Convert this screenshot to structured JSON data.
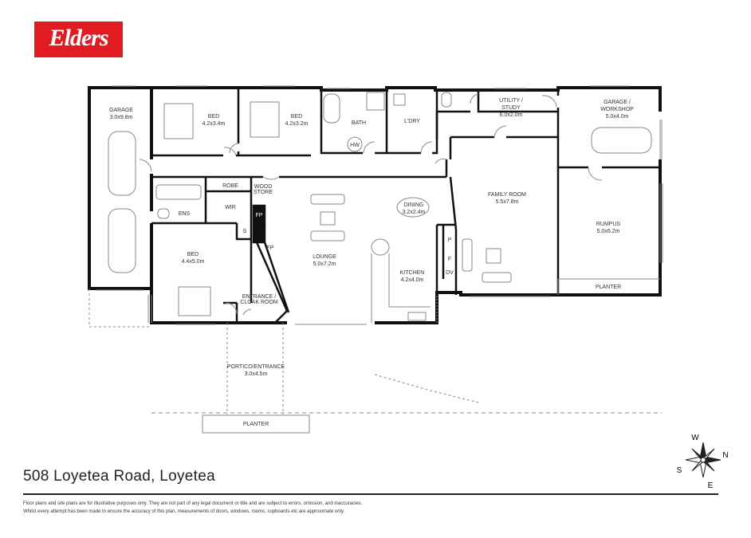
{
  "brand": {
    "logo_text": "Elders",
    "logo_color": "#e11b22"
  },
  "rooms": {
    "garage": {
      "name": "GARAGE",
      "size": "3.0x9.8m"
    },
    "bed1": {
      "name": "BED",
      "size": "4.2x3.4m"
    },
    "bed2": {
      "name": "BED",
      "size": "4.2x3.2m"
    },
    "bath": {
      "name": "BATH"
    },
    "hw": {
      "name": "HW"
    },
    "laundry": {
      "name": "L'DRY"
    },
    "utility": {
      "name1": "UTILITY /",
      "name2": "STUDY",
      "size": "6.0x2.0m"
    },
    "workshop": {
      "name1": "GARAGE /",
      "name2": "WORKSHOP",
      "size": "5.0x4.0m"
    },
    "robe": {
      "name": "ROBE"
    },
    "wood_store": {
      "name1": "WOOD",
      "name2": "STORE"
    },
    "ens": {
      "name": "ENS"
    },
    "wir": {
      "name": "WIR"
    },
    "bed3": {
      "name": "BED",
      "size": "4.4x5.0m"
    },
    "lounge": {
      "name": "LOUNGE",
      "size": "5.0x7.2m"
    },
    "dining": {
      "name": "DINING",
      "size": "3.2x2.4m"
    },
    "kitchen": {
      "name": "KITCHEN",
      "size": "4.2x4.0m"
    },
    "family": {
      "name": "FAMILY ROOM",
      "size": "5.5x7.8m"
    },
    "rumpus": {
      "name": "RUMPUS",
      "size": "5.0x6.2m"
    },
    "planter_right": {
      "name": "PLANTER"
    },
    "entrance": {
      "name1": "ENTRANCE /",
      "name2": "CLOAK ROOM"
    },
    "portico": {
      "name": "PORTICO/ENTRANCE",
      "size": "3.0x4.5m"
    },
    "planter_front": {
      "name": "PLANTER"
    },
    "fp1": "FP",
    "fp2": "FP",
    "s": "S",
    "p": "P",
    "f": "F",
    "dv": "DV"
  },
  "address": "508 Loyetea Road, Loyetea",
  "disclaimer": [
    "Floor plans and site plans are for illustrative purposes only. They are not part of any legal document or title and are subject to errors, omission, and inaccuracies.",
    "Whilst every attempt has been made to ensure the accuracy of this plan, measurements of doors, windows, rooms, cupboards etc are approximate only."
  ],
  "compass": {
    "n": "N",
    "s": "S",
    "e": "E",
    "w": "W"
  }
}
